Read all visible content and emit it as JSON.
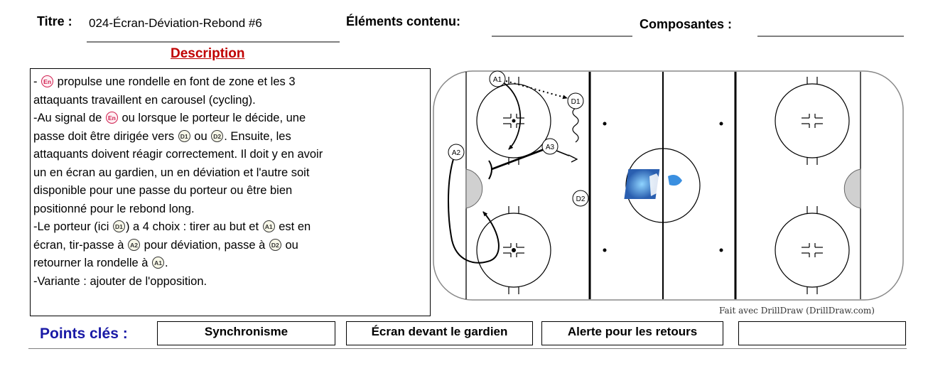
{
  "header": {
    "titre_label": "Titre :",
    "titre_value": "024-Écran-Déviation-Rebond #6",
    "elements_label": "Éléments contenu:",
    "composantes_label": "Composantes :"
  },
  "description": {
    "heading": "Description",
    "lines": [
      {
        "parts": [
          "- ",
          {
            "icon": "En"
          },
          " propulse une rondelle en font de zone et les 3"
        ]
      },
      {
        "parts": [
          "attaquants travaillent en  carousel (cycling)."
        ]
      },
      {
        "parts": [
          "-Au signal de ",
          {
            "icon": "En"
          },
          " ou lorsque le porteur le décide, une"
        ]
      },
      {
        "parts": [
          "passe doit être dirigée vers ",
          {
            "icon": "D1"
          },
          " ou ",
          {
            "icon": "D2"
          },
          ".  Ensuite, les"
        ]
      },
      {
        "parts": [
          "attaquants doivent réagir correctement.  Il doit y en avoir"
        ]
      },
      {
        "parts": [
          "un en écran au gardien, un en déviation et l'autre soit"
        ]
      },
      {
        "parts": [
          "disponible pour une passe du porteur ou être bien"
        ]
      },
      {
        "parts": [
          "positionné pour le rebond long."
        ]
      },
      {
        "parts": [
          "-Le porteur (ici ",
          {
            "icon": "D1"
          },
          ") a 4 choix : tirer au but et ",
          {
            "icon": "A1"
          },
          " est en"
        ]
      },
      {
        "parts": [
          "écran, tir-passe à ",
          {
            "icon": "A2"
          },
          " pour déviation, passe à ",
          {
            "icon": "D2"
          },
          " ou"
        ]
      },
      {
        "parts": [
          "retourner la rondelle à ",
          {
            "icon": "A1"
          },
          "."
        ]
      },
      {
        "parts": [
          "-Variante : ajouter de l'opposition."
        ]
      }
    ]
  },
  "rink": {
    "players": [
      {
        "id": "A1",
        "label": "A1"
      },
      {
        "id": "D1",
        "label": "D1"
      },
      {
        "id": "A2",
        "label": "A2"
      },
      {
        "id": "A3",
        "label": "A3"
      },
      {
        "id": "D2",
        "label": "D2"
      }
    ],
    "logo_icon": "hockey-player-logo",
    "credit": "Fait avec DrillDraw (DrillDraw.com)"
  },
  "points_cles": {
    "label": "Points clés :",
    "items": [
      "Synchronisme",
      "Écran devant le gardien",
      "Alerte pour les retours",
      ""
    ]
  },
  "colors": {
    "description_heading": "#c00000",
    "points_label": "#1a1aa6",
    "en_icon": "#d02050"
  }
}
